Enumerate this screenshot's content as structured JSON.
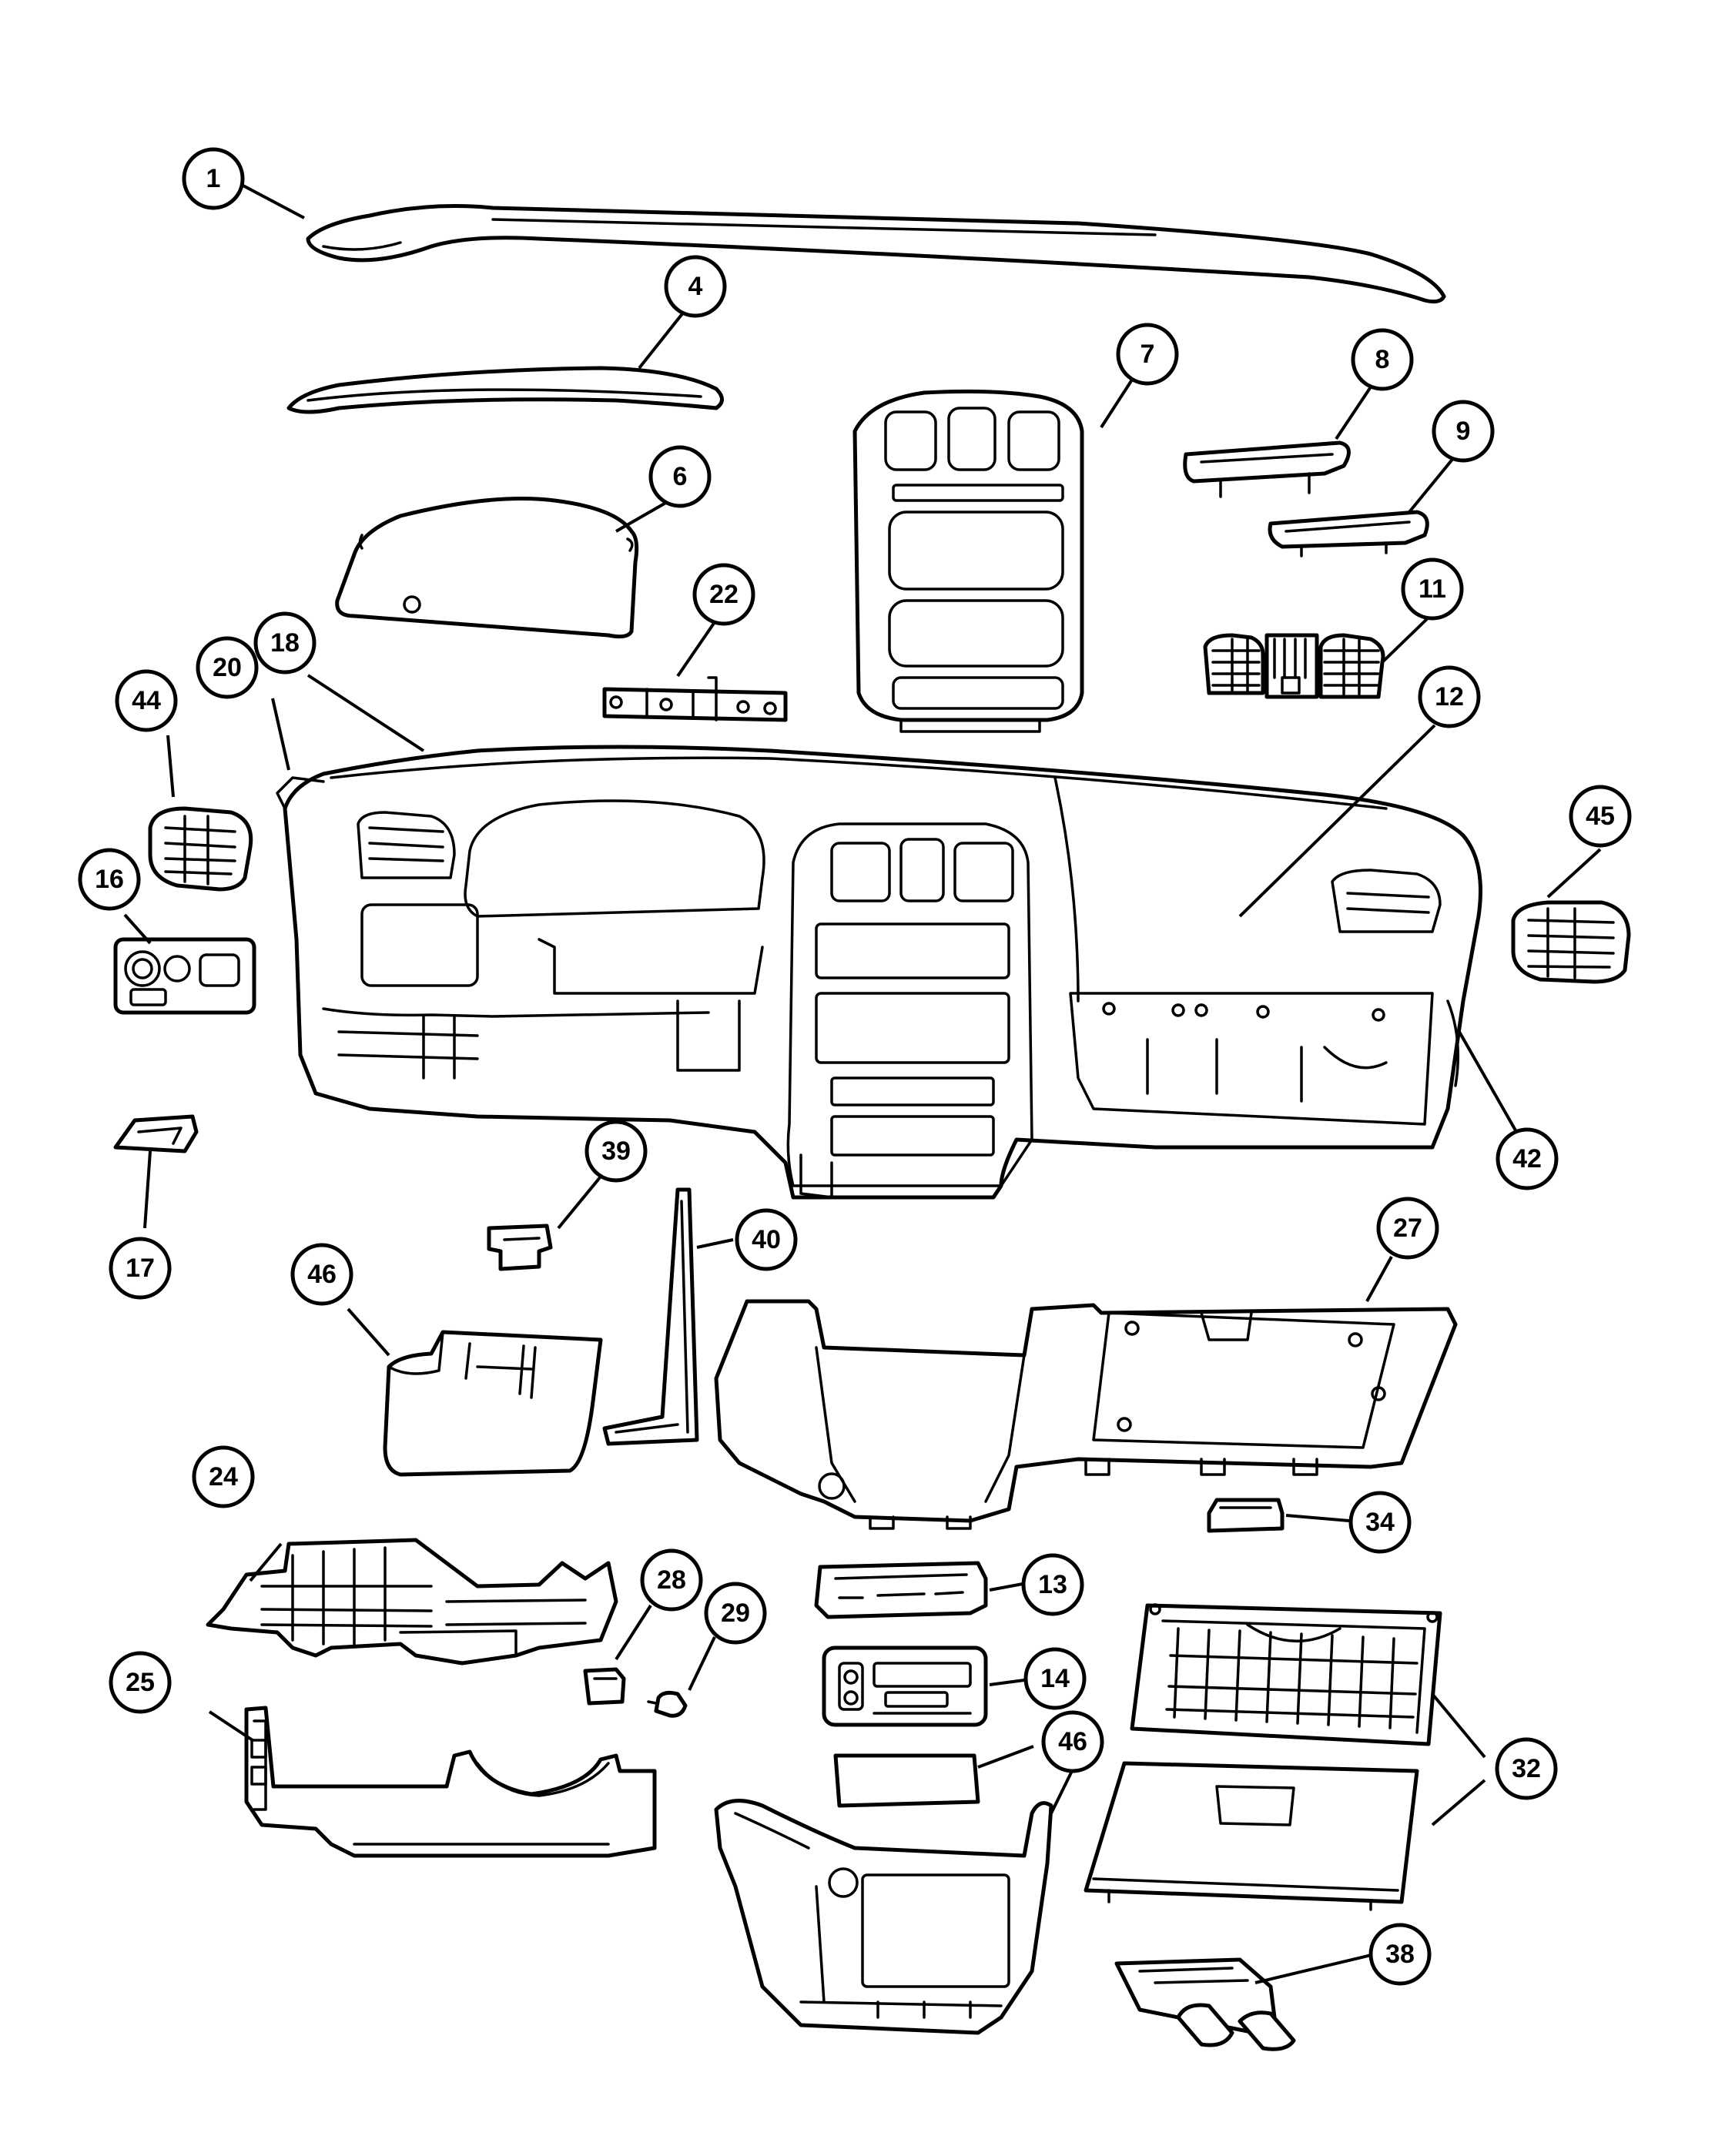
{
  "callouts": [
    {
      "id": "c1",
      "label": "1"
    },
    {
      "id": "c4",
      "label": "4"
    },
    {
      "id": "c6",
      "label": "6"
    },
    {
      "id": "c7",
      "label": "7"
    },
    {
      "id": "c8",
      "label": "8"
    },
    {
      "id": "c9",
      "label": "9"
    },
    {
      "id": "c11",
      "label": "11"
    },
    {
      "id": "c12",
      "label": "12"
    },
    {
      "id": "c13",
      "label": "13"
    },
    {
      "id": "c14",
      "label": "14"
    },
    {
      "id": "c16",
      "label": "16"
    },
    {
      "id": "c17",
      "label": "17"
    },
    {
      "id": "c18",
      "label": "18"
    },
    {
      "id": "c20",
      "label": "20"
    },
    {
      "id": "c22",
      "label": "22"
    },
    {
      "id": "c24",
      "label": "24"
    },
    {
      "id": "c25",
      "label": "25"
    },
    {
      "id": "c27",
      "label": "27"
    },
    {
      "id": "c28",
      "label": "28"
    },
    {
      "id": "c29",
      "label": "29"
    },
    {
      "id": "c32",
      "label": "32"
    },
    {
      "id": "c34",
      "label": "34"
    },
    {
      "id": "c38",
      "label": "38"
    },
    {
      "id": "c39",
      "label": "39"
    },
    {
      "id": "c40",
      "label": "40"
    },
    {
      "id": "c42",
      "label": "42"
    },
    {
      "id": "c44",
      "label": "44"
    },
    {
      "id": "c45",
      "label": "45"
    },
    {
      "id": "c46a",
      "label": "46"
    },
    {
      "id": "c46b",
      "label": "46"
    }
  ]
}
